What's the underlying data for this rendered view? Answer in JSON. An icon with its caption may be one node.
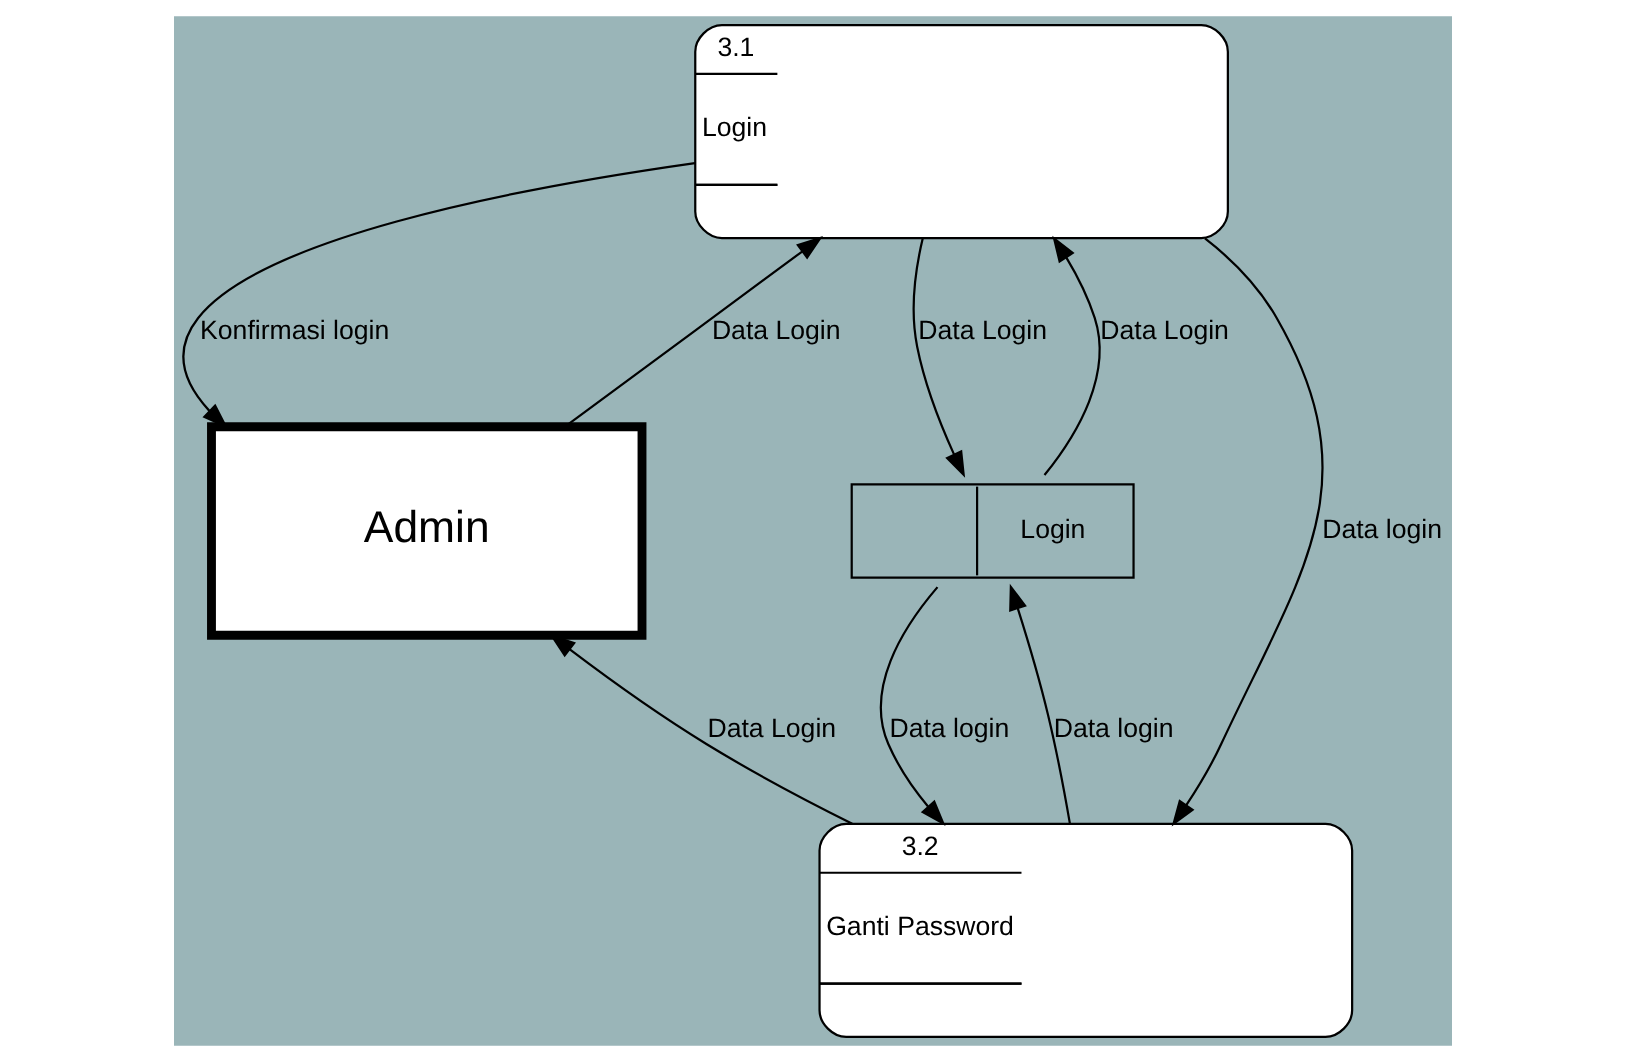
{
  "diagram": {
    "nodes": [
      {
        "text": [
          "3.1",
          "Login"
        ]
      },
      {
        "text": [
          "Admin"
        ]
      },
      {
        "text": [
          "Login"
        ]
      },
      {
        "text": [
          "3.2",
          "Ganti Password"
        ]
      }
    ],
    "edges": [
      {
        "from": 0,
        "to": 1,
        "arrow": "to",
        "label": "Konfirmasi login"
      },
      {
        "from": 1,
        "to": 0,
        "arrow": "to",
        "label": "Data Login"
      },
      {
        "from": 2,
        "to": 0,
        "arrow": "to",
        "label": "Data Login"
      },
      {
        "from": 0,
        "to": 2,
        "arrow": "to",
        "label": "Data Login"
      },
      {
        "from": 0,
        "to": 3,
        "arrow": "to",
        "label": "Data login"
      },
      {
        "from": 2,
        "to": 3,
        "arrow": "to",
        "label": "Data login"
      },
      {
        "from": 3,
        "to": 2,
        "arrow": "to",
        "label": "Data login"
      },
      {
        "from": 3,
        "to": 1,
        "arrow": "to",
        "label": "Data Login"
      }
    ]
  }
}
